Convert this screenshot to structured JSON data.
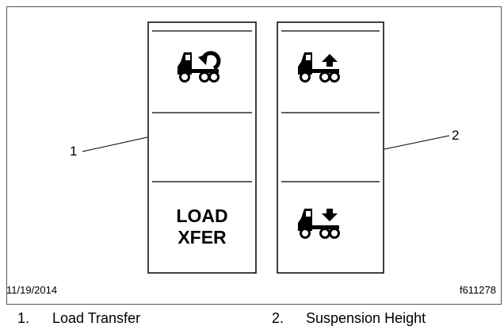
{
  "switches": [
    {
      "callout": "1",
      "upper_icon": "truck-load-transfer-icon",
      "lower_label_line1": "LOAD",
      "lower_label_line2": "XFER"
    },
    {
      "callout": "2",
      "upper_icon": "truck-raise-icon",
      "lower_icon": "truck-lower-icon"
    }
  ],
  "footer": {
    "date": "11/19/2014",
    "figure_id": "f611278"
  },
  "legend": [
    {
      "number": "1.",
      "label": "Load Transfer"
    },
    {
      "number": "2.",
      "label": "Suspension Height"
    }
  ]
}
